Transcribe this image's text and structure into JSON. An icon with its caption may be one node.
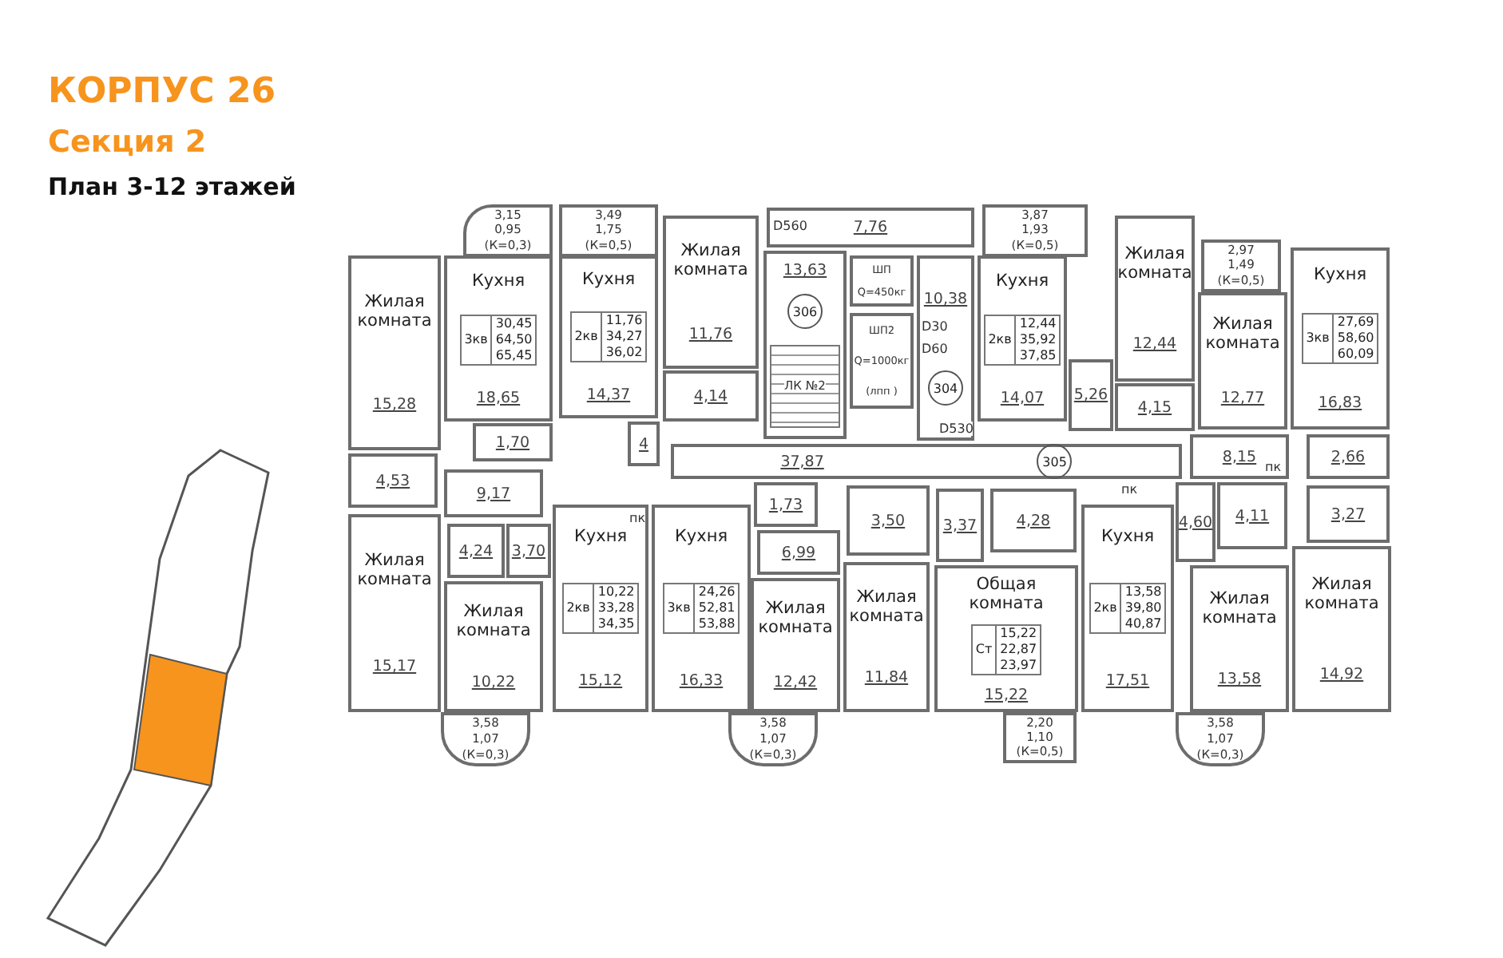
{
  "diagram": {
    "title": "КОРПУС 26",
    "nodes": [
      {
        "text": [
          "3,15",
          "0,95",
          "(К=0,3)"
        ]
      },
      {
        "text": [
          "3,49",
          "1,75",
          "(К=0,5)"
        ]
      },
      {
        "text": [
          "Жилая комната",
          "15,28"
        ]
      },
      {
        "text": [
          "Кухня",
          "18,65"
        ]
      },
      {
        "text": [
          "3кв",
          "30,45",
          "64,50",
          "65,45"
        ],
        "in": 3
      },
      {
        "text": [
          "Кухня",
          "14,37"
        ]
      },
      {
        "text": [
          "2кв",
          "11,76",
          "34,27",
          "36,02"
        ],
        "in": 5
      },
      {
        "text": [
          "Жилая комната",
          "11,76"
        ]
      },
      {
        "text": [
          "4,14"
        ]
      },
      {
        "text": [
          "4"
        ]
      },
      {
        "text": [
          "1,70"
        ]
      },
      {
        "text": [
          "7,76"
        ]
      },
      {
        "text": [
          "13,63"
        ]
      },
      {
        "text": [
          "306"
        ],
        "in": 12
      },
      {
        "text": [
          "ЛК №2"
        ],
        "in": 12
      },
      {
        "text": [
          "ШП",
          "Q=450кг"
        ]
      },
      {
        "text": [
          "ШП2",
          "Q=1000кг",
          "(лпп )"
        ]
      },
      {
        "text": [
          "10,38"
        ]
      },
      {
        "text": [
          "304"
        ],
        "in": 17
      },
      {
        "text": [
          "3,87",
          "1,93",
          "(К=0,5)"
        ]
      },
      {
        "text": [
          "Кухня",
          "14,07"
        ]
      },
      {
        "text": [
          "2кв",
          "12,44",
          "35,92",
          "37,85"
        ],
        "in": 20
      },
      {
        "text": [
          "5,26"
        ]
      },
      {
        "text": [
          "Жилая комната",
          "12,44"
        ]
      },
      {
        "text": [
          "4,15"
        ]
      },
      {
        "text": [
          "2,97",
          "1,49",
          "(К=0,5)"
        ]
      },
      {
        "text": [
          "Жилая комната",
          "12,77"
        ]
      },
      {
        "text": [
          "Кухня",
          "16,83"
        ]
      },
      {
        "text": [
          "3кв",
          "27,69",
          "58,60",
          "60,09"
        ],
        "in": 27
      },
      {
        "text": [
          "4,53"
        ]
      },
      {
        "text": [
          "37,87"
        ]
      },
      {
        "text": [
          "305"
        ],
        "in": 30
      },
      {
        "text": [
          "8,15"
        ]
      },
      {
        "text": [
          "2,66"
        ]
      },
      {
        "text": [
          "9,17"
        ]
      },
      {
        "text": [
          "1,73"
        ]
      },
      {
        "text": [
          "3,50"
        ]
      },
      {
        "text": [
          "3,37"
        ]
      },
      {
        "text": [
          "4,28"
        ]
      },
      {
        "text": [
          "4,11"
        ]
      },
      {
        "text": [
          "3,27"
        ]
      },
      {
        "text": [
          "4,24"
        ]
      },
      {
        "text": [
          "6,99"
        ]
      },
      {
        "text": [
          "4,60"
        ]
      },
      {
        "text": [
          "3,70"
        ]
      },
      {
        "text": [
          "Жилая комната",
          "15,17"
        ]
      },
      {
        "text": [
          "Жилая комната",
          "10,22"
        ]
      },
      {
        "text": [
          "Кухня",
          "15,12"
        ]
      },
      {
        "text": [
          "2кв",
          "10,22",
          "33,28",
          "34,35"
        ],
        "in": 47
      },
      {
        "text": [
          "Кухня",
          "16,33"
        ]
      },
      {
        "text": [
          "3кв",
          "24,26",
          "52,81",
          "53,88"
        ],
        "in": 49
      },
      {
        "text": [
          "Жилая комната",
          "12,42"
        ]
      },
      {
        "text": [
          "Жилая комната",
          "11,84"
        ]
      },
      {
        "text": [
          "Общая комната",
          "15,22"
        ]
      },
      {
        "text": [
          "Ст",
          "15,22",
          "22,87",
          "23,97"
        ],
        "in": 53
      },
      {
        "text": [
          "Кухня",
          "17,51"
        ]
      },
      {
        "text": [
          "2кв",
          "13,58",
          "39,80",
          "40,87"
        ],
        "in": 55
      },
      {
        "text": [
          "Жилая комната",
          "13,58"
        ]
      },
      {
        "text": [
          "Жилая комната",
          "14,92"
        ]
      },
      {
        "text": [
          "3,58",
          "1,07",
          "(К=0,3)"
        ]
      },
      {
        "text": [
          "3,58",
          "1,07",
          "(К=0,3)"
        ]
      },
      {
        "text": [
          "2,20",
          "1,10",
          "(К=0,5)"
        ]
      },
      {
        "text": [
          "3,58",
          "1,07",
          "(К=0,3)"
        ]
      }
    ],
    "labels": [
      "Секция 2",
      "План 3-12 этажей",
      "D560",
      "D30",
      "D60",
      "D530",
      "пк",
      "пк",
      "пк"
    ]
  }
}
